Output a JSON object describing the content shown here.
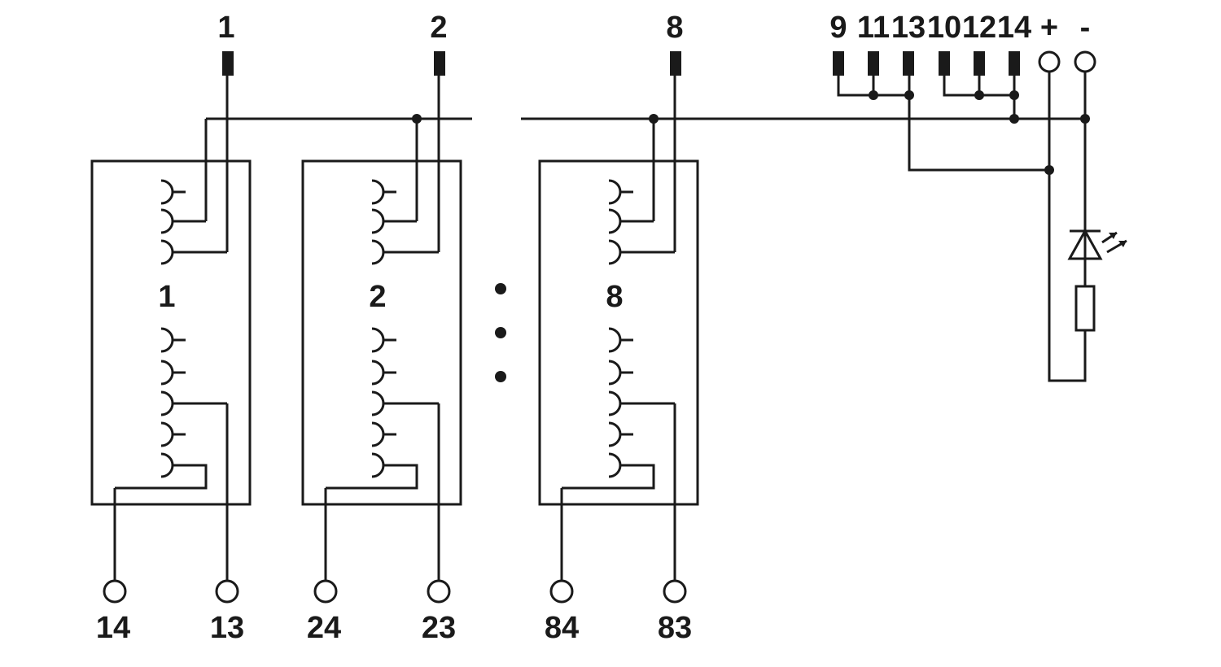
{
  "colors": {
    "ink": "#1a1a1a",
    "background": "#ffffff"
  },
  "relays": [
    {
      "label": "1",
      "input_label": "1",
      "terminal_left": "14",
      "terminal_right": "13"
    },
    {
      "label": "2",
      "input_label": "2",
      "terminal_left": "24",
      "terminal_right": "23"
    },
    {
      "label": "8",
      "input_label": "8",
      "terminal_left": "84",
      "terminal_right": "83"
    }
  ],
  "common_pins": [
    "9",
    "11",
    "13",
    "10",
    "12",
    "14"
  ],
  "supply": {
    "plus": "+",
    "minus": "-"
  },
  "icons": {
    "ellipsis": "vertical-dots-icon",
    "led": "led-icon",
    "resistor": "resistor-icon"
  }
}
